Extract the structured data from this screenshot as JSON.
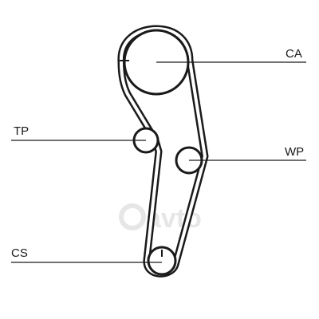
{
  "labels": {
    "ca": "CA",
    "tp": "TP",
    "wp": "WP",
    "cs": "CS"
  },
  "watermark": "avto",
  "colors": {
    "belt": "#1a1a1a",
    "background": "#ffffff",
    "watermark": "#e4e4e4"
  }
}
